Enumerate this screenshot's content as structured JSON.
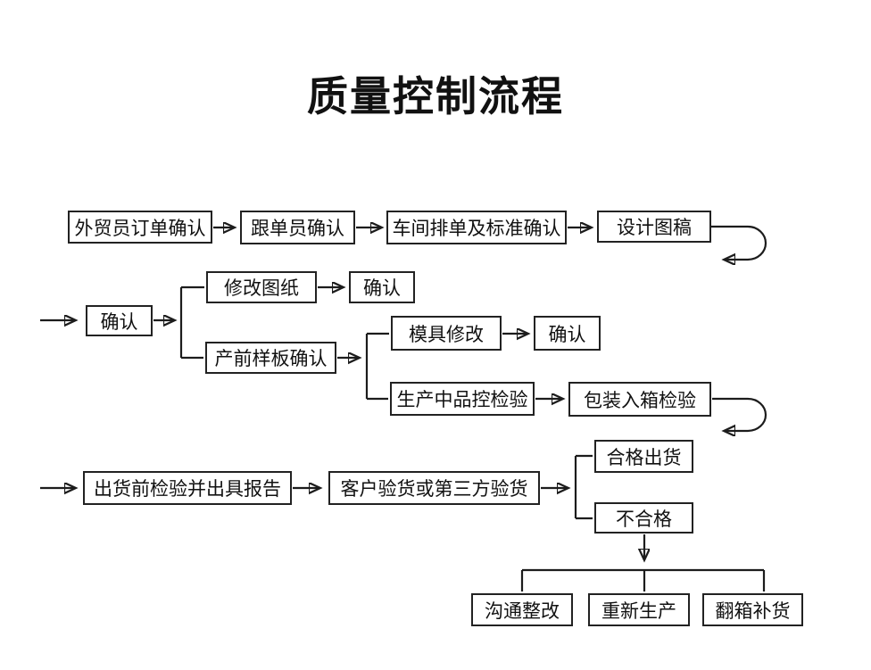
{
  "title": "质量控制流程",
  "nodes": {
    "trade_order": "外贸员订单确认",
    "merchandiser": "跟单员确认",
    "workshop": "车间排单及标准确认",
    "design_draft": "设计图稿",
    "confirm1": "确认",
    "revise_drawing": "修改图纸",
    "confirm2": "确认",
    "presample": "产前样板确认",
    "mold_mod": "模具修改",
    "confirm3": "确认",
    "inline_qc": "生产中品控检验",
    "packing": "包装入箱检验",
    "preship": "出货前检验并出具报告",
    "customer": "客户验货或第三方验货",
    "qualified": "合格出货",
    "unqualified": "不合格",
    "communicate": "沟通整改",
    "reproduce": "重新生产",
    "repack": "翻箱补货"
  },
  "colors": {
    "line": "#1c1c1c",
    "background": "#ffffff",
    "text": "#111111"
  }
}
